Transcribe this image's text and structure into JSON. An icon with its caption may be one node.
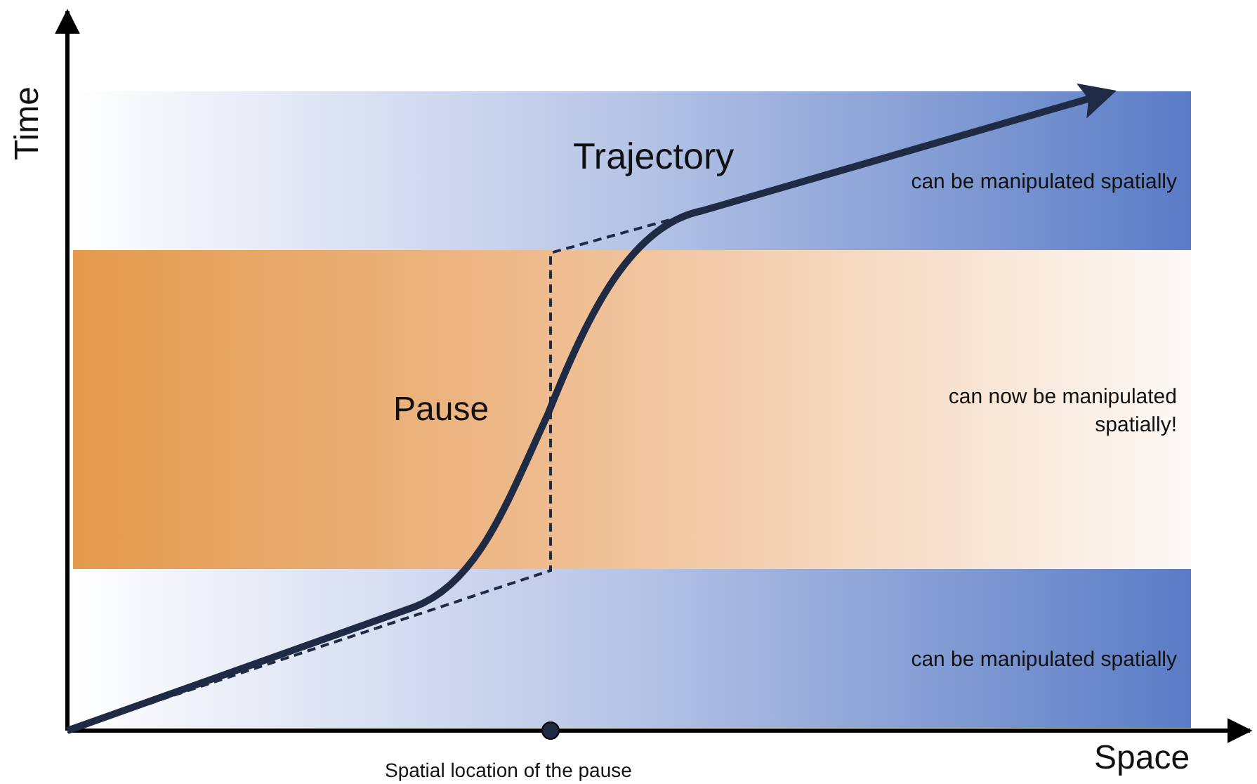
{
  "diagram": {
    "nodes": [
      {
        "text": [
          "can be manipulated spatially"
        ]
      },
      {
        "text": [
          "Pause",
          "can now be manipulated spatially!"
        ]
      },
      {
        "text": [
          "can be manipulated spatially"
        ]
      }
    ],
    "labels": [
      "Time",
      "Trajectory",
      "Space",
      "Spatial location of the pause"
    ]
  }
}
